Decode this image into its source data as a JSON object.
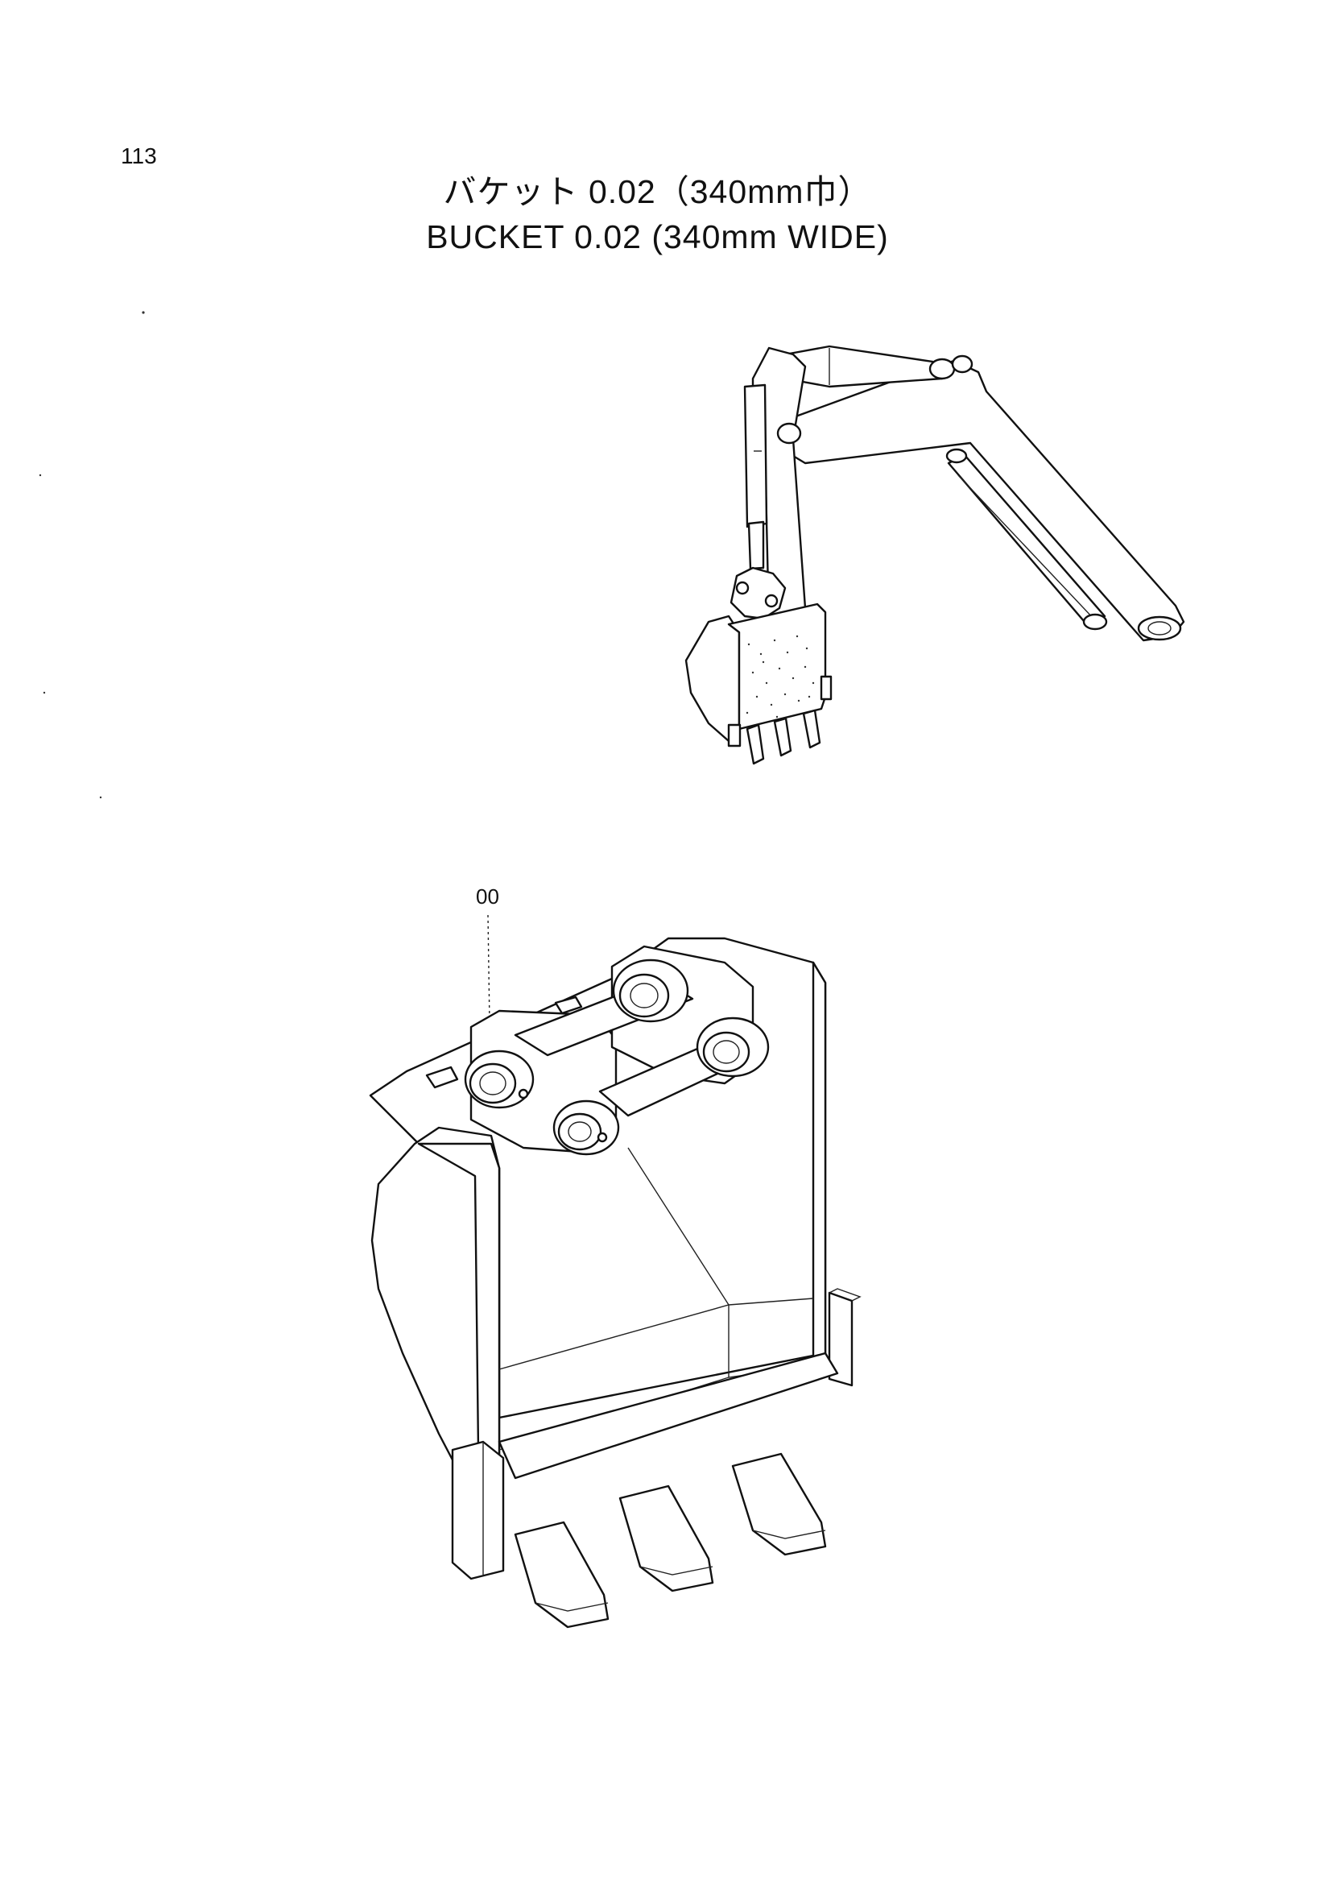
{
  "page": {
    "number": "113",
    "title_jp": "バケット 0.02（340mm巾）",
    "title_en": "BUCKET 0.02 (340mm WIDE)"
  },
  "callouts": [
    {
      "label": "00"
    }
  ],
  "figures": {
    "arm_overview": "excavator-arm-with-bucket",
    "bucket_detail": "bucket-exploded-detail"
  },
  "colors": {
    "ink": "#111111",
    "paper": "#ffffff"
  }
}
